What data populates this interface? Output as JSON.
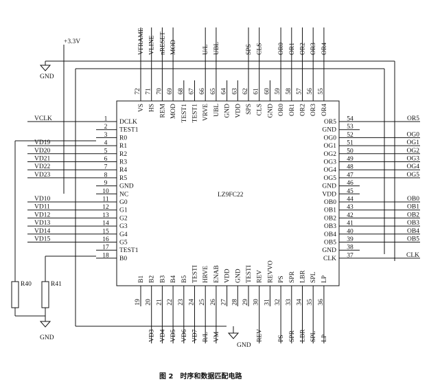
{
  "chip_name": "LZ9FC22",
  "caption": "图 2　时序和数据匹配电路",
  "power_label": "+3.3V",
  "gnd_label": "GND",
  "resistors": [
    "R40",
    "R41"
  ],
  "left_pins": [
    {
      "num": "1",
      "name": "DCLK",
      "net": "VCLK"
    },
    {
      "num": "2",
      "name": "TEST1",
      "net": ""
    },
    {
      "num": "3",
      "name": "R0",
      "net": ""
    },
    {
      "num": "4",
      "name": "R1",
      "net": "VD19"
    },
    {
      "num": "5",
      "name": "R2",
      "net": "VD20"
    },
    {
      "num": "6",
      "name": "R3",
      "net": "VD21"
    },
    {
      "num": "7",
      "name": "R4",
      "net": "VD22"
    },
    {
      "num": "8",
      "name": "R5",
      "net": "VD23"
    },
    {
      "num": "9",
      "name": "GND",
      "net": ""
    },
    {
      "num": "10",
      "name": "NC",
      "net": ""
    },
    {
      "num": "11",
      "name": "G0",
      "net": "VD10"
    },
    {
      "num": "12",
      "name": "G1",
      "net": "VD11"
    },
    {
      "num": "13",
      "name": "G2",
      "net": "VD12"
    },
    {
      "num": "14",
      "name": "G3",
      "net": "VD13"
    },
    {
      "num": "15",
      "name": "G4",
      "net": "VD14"
    },
    {
      "num": "16",
      "name": "G5",
      "net": "VD15"
    },
    {
      "num": "17",
      "name": "TEST1",
      "net": ""
    },
    {
      "num": "18",
      "name": "B0",
      "net": ""
    }
  ],
  "right_pins": [
    {
      "num": "54",
      "name": "OR5",
      "net": "OR5"
    },
    {
      "num": "53",
      "name": "GND",
      "net": ""
    },
    {
      "num": "52",
      "name": "OG0",
      "net": "OG0"
    },
    {
      "num": "51",
      "name": "OG1",
      "net": "OG1"
    },
    {
      "num": "50",
      "name": "OG2",
      "net": "OG2"
    },
    {
      "num": "49",
      "name": "OG3",
      "net": "OG3"
    },
    {
      "num": "48",
      "name": "OG4",
      "net": "OG4"
    },
    {
      "num": "47",
      "name": "OG5",
      "net": "OG5"
    },
    {
      "num": "46",
      "name": "GND",
      "net": ""
    },
    {
      "num": "45",
      "name": "VDD",
      "net": ""
    },
    {
      "num": "44",
      "name": "OB0",
      "net": "OB0"
    },
    {
      "num": "43",
      "name": "OB1",
      "net": "OB1"
    },
    {
      "num": "42",
      "name": "OB2",
      "net": "OB2"
    },
    {
      "num": "41",
      "name": "OB3",
      "net": "OB3"
    },
    {
      "num": "40",
      "name": "OB4",
      "net": "OB4"
    },
    {
      "num": "39",
      "name": "OB5",
      "net": "OB5"
    },
    {
      "num": "38",
      "name": "GND",
      "net": ""
    },
    {
      "num": "37",
      "name": "CLK",
      "net": "CLK"
    }
  ],
  "top_pins": [
    {
      "num": "72",
      "name": "VS",
      "net": "VFRAME"
    },
    {
      "num": "71",
      "name": "HS",
      "net": "VLINE"
    },
    {
      "num": "70",
      "name": "REM",
      "net": "nRESET"
    },
    {
      "num": "69",
      "name": "MOD",
      "net": "MOD"
    },
    {
      "num": "68",
      "name": "TEST1",
      "net": ""
    },
    {
      "num": "67",
      "name": "TEST1",
      "net": ""
    },
    {
      "num": "66",
      "name": "VRVE",
      "net": "U/L"
    },
    {
      "num": "65",
      "name": "UBL",
      "net": "UBL"
    },
    {
      "num": "64",
      "name": "GND",
      "net": ""
    },
    {
      "num": "63",
      "name": "VDD",
      "net": ""
    },
    {
      "num": "62",
      "name": "SPS",
      "net": "SPS"
    },
    {
      "num": "61",
      "name": "CLS",
      "net": "CLS"
    },
    {
      "num": "60",
      "name": "GND",
      "net": ""
    },
    {
      "num": "59",
      "name": "OR0",
      "net": "OR0"
    },
    {
      "num": "58",
      "name": "OR1",
      "net": "OR1"
    },
    {
      "num": "57",
      "name": "OR2",
      "net": "OR2"
    },
    {
      "num": "56",
      "name": "OR3",
      "net": "OR3"
    },
    {
      "num": "55",
      "name": "OR4",
      "net": "OR4"
    }
  ],
  "bottom_pins": [
    {
      "num": "19",
      "name": "B1",
      "net": ""
    },
    {
      "num": "20",
      "name": "B2",
      "net": "VD3"
    },
    {
      "num": "21",
      "name": "B3",
      "net": "VD4"
    },
    {
      "num": "22",
      "name": "B4",
      "net": "VD5"
    },
    {
      "num": "23",
      "name": "B5",
      "net": "VD6"
    },
    {
      "num": "24",
      "name": "TESTI",
      "net": "VD7"
    },
    {
      "num": "25",
      "name": "HRVE",
      "net": "R/L"
    },
    {
      "num": "26",
      "name": "ENAB",
      "net": "VM"
    },
    {
      "num": "27",
      "name": "VDD",
      "net": ""
    },
    {
      "num": "28",
      "name": "GND",
      "net": ""
    },
    {
      "num": "29",
      "name": "TESTI",
      "net": ""
    },
    {
      "num": "30",
      "name": "REV",
      "net": "REV"
    },
    {
      "num": "31",
      "name": "REVVO",
      "net": ""
    },
    {
      "num": "32",
      "name": "PS",
      "net": "PS"
    },
    {
      "num": "33",
      "name": "SPR",
      "net": "SPR"
    },
    {
      "num": "34",
      "name": "LBR",
      "net": "LBR"
    },
    {
      "num": "35",
      "name": "SPL",
      "net": "SPL"
    },
    {
      "num": "36",
      "name": "LP",
      "net": "LP"
    }
  ]
}
